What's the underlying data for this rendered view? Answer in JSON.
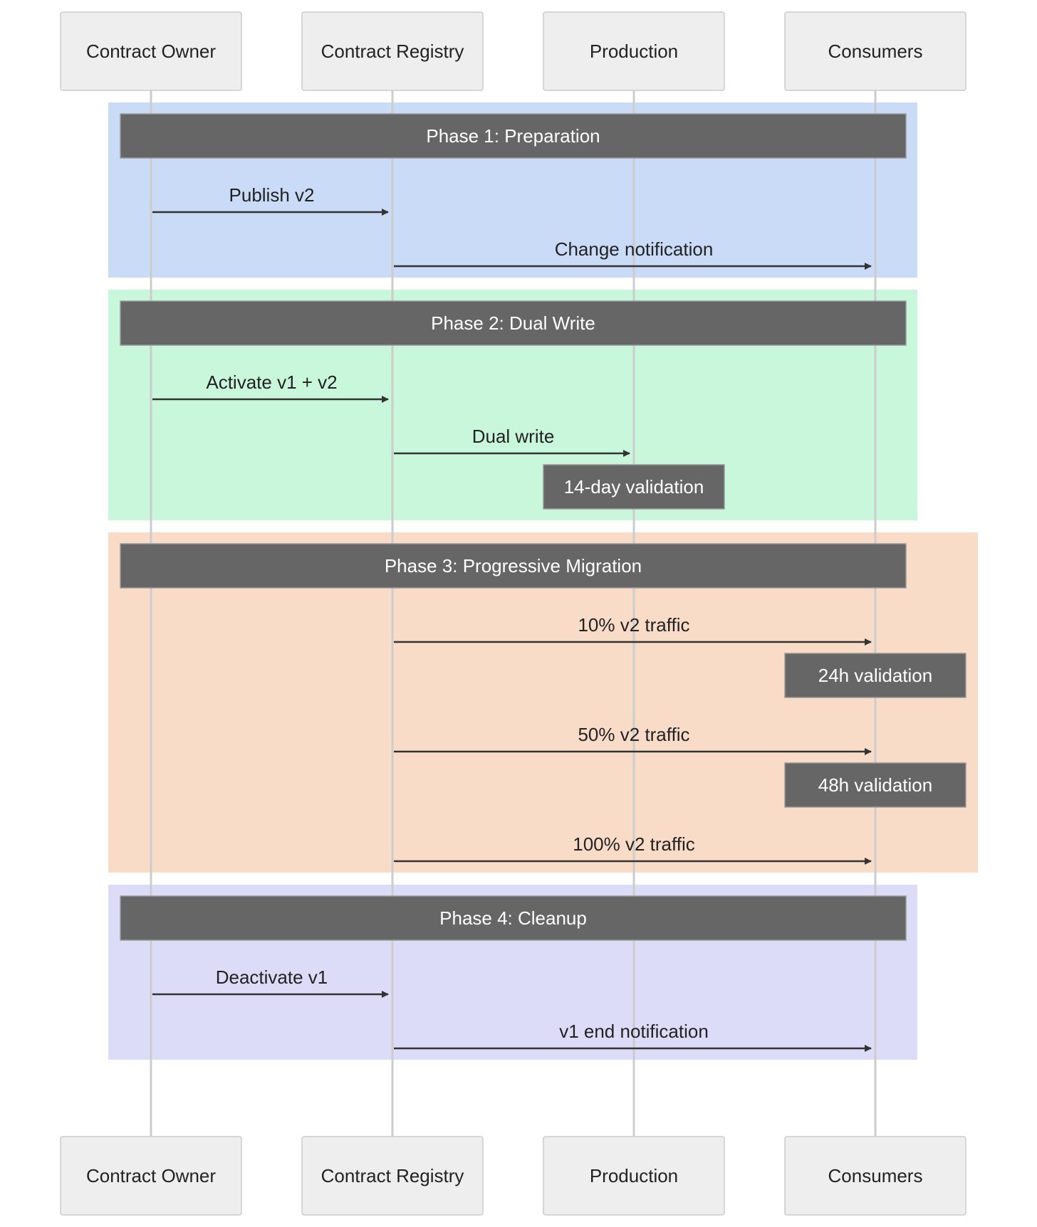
{
  "actors": [
    {
      "id": "owner",
      "label": "Contract Owner"
    },
    {
      "id": "registry",
      "label": "Contract Registry"
    },
    {
      "id": "production",
      "label": "Production"
    },
    {
      "id": "consumers",
      "label": "Consumers"
    }
  ],
  "phases": [
    {
      "title": "Phase 1: Preparation",
      "color": "#c9dbf6",
      "steps": [
        {
          "type": "message",
          "from": "owner",
          "to": "registry",
          "label": "Publish v2"
        },
        {
          "type": "message",
          "from": "registry",
          "to": "consumers",
          "label": "Change notification"
        }
      ]
    },
    {
      "title": "Phase 2: Dual Write",
      "color": "#c8f7db",
      "steps": [
        {
          "type": "message",
          "from": "owner",
          "to": "registry",
          "label": "Activate v1 + v2"
        },
        {
          "type": "message",
          "from": "registry",
          "to": "production",
          "label": "Dual write"
        },
        {
          "type": "note",
          "over": "production",
          "label": "14-day validation"
        }
      ]
    },
    {
      "title": "Phase 3: Progressive Migration",
      "color": "#f9dcc8",
      "steps": [
        {
          "type": "message",
          "from": "registry",
          "to": "consumers",
          "label": "10% v2 traffic"
        },
        {
          "type": "note",
          "over": "consumers",
          "label": "24h validation"
        },
        {
          "type": "message",
          "from": "registry",
          "to": "consumers",
          "label": "50% v2 traffic"
        },
        {
          "type": "note",
          "over": "consumers",
          "label": "48h validation"
        },
        {
          "type": "message",
          "from": "registry",
          "to": "consumers",
          "label": "100% v2 traffic"
        }
      ]
    },
    {
      "title": "Phase 4: Cleanup",
      "color": "#dcdbf8",
      "steps": [
        {
          "type": "message",
          "from": "owner",
          "to": "registry",
          "label": "Deactivate v1"
        },
        {
          "type": "message",
          "from": "registry",
          "to": "consumers",
          "label": "v1 end notification"
        }
      ]
    }
  ]
}
